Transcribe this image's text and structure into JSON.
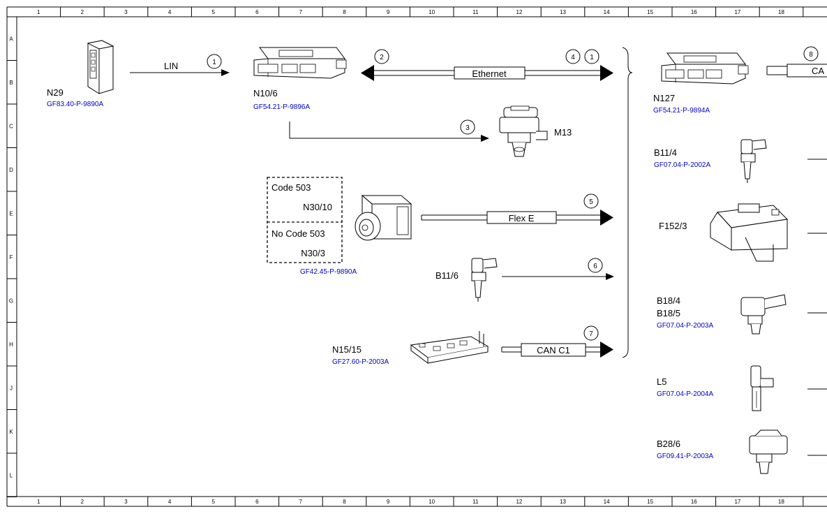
{
  "grid": {
    "columns": [
      "1",
      "2",
      "3",
      "4",
      "5",
      "6",
      "7",
      "8",
      "9",
      "10",
      "11",
      "12",
      "13",
      "14",
      "15",
      "16",
      "17",
      "18"
    ],
    "rows": [
      "A",
      "B",
      "C",
      "D",
      "E",
      "F",
      "G",
      "H",
      "J",
      "K",
      "L"
    ]
  },
  "components": {
    "n29": {
      "name": "N29",
      "ref": "GF83.40-P-9890A"
    },
    "n10_6": {
      "name": "N10/6",
      "ref": "GF54.21-P-9896A"
    },
    "m13": {
      "name": "M13"
    },
    "n30_box": {
      "code": "Code 503",
      "code_part": "N30/10",
      "nocode": "No Code 503",
      "nocode_part": "N30/3",
      "ref": "GF42.45-P-9890A"
    },
    "b11_6": {
      "name": "B11/6"
    },
    "n15_15": {
      "name": "N15/15",
      "ref": "GF27.60-P-2003A"
    },
    "n127": {
      "name": "N127",
      "ref": "GF54.21-P-9894A"
    },
    "b11_4": {
      "name": "B11/4",
      "ref": "GF07.04-P-2002A"
    },
    "f152_3": {
      "name": "F152/3"
    },
    "b18": {
      "name1": "B18/4",
      "name2": "B18/5",
      "ref": "GF07.04-P-2003A"
    },
    "l5": {
      "name": "L5",
      "ref": "GF07.04-P-2004A"
    },
    "b28_6": {
      "name": "B28/6",
      "ref": "GF09.41-P-2003A"
    }
  },
  "connections": {
    "lin": "LIN",
    "ethernet": "Ethernet",
    "flex_e": "Flex E",
    "can_c1": "CAN C1",
    "can_right": "CA"
  },
  "callouts": [
    "1",
    "2",
    "4",
    "1",
    "3",
    "5",
    "6",
    "7",
    "8"
  ],
  "colors": {
    "reference_link": "#0000cc",
    "line": "#000000"
  }
}
